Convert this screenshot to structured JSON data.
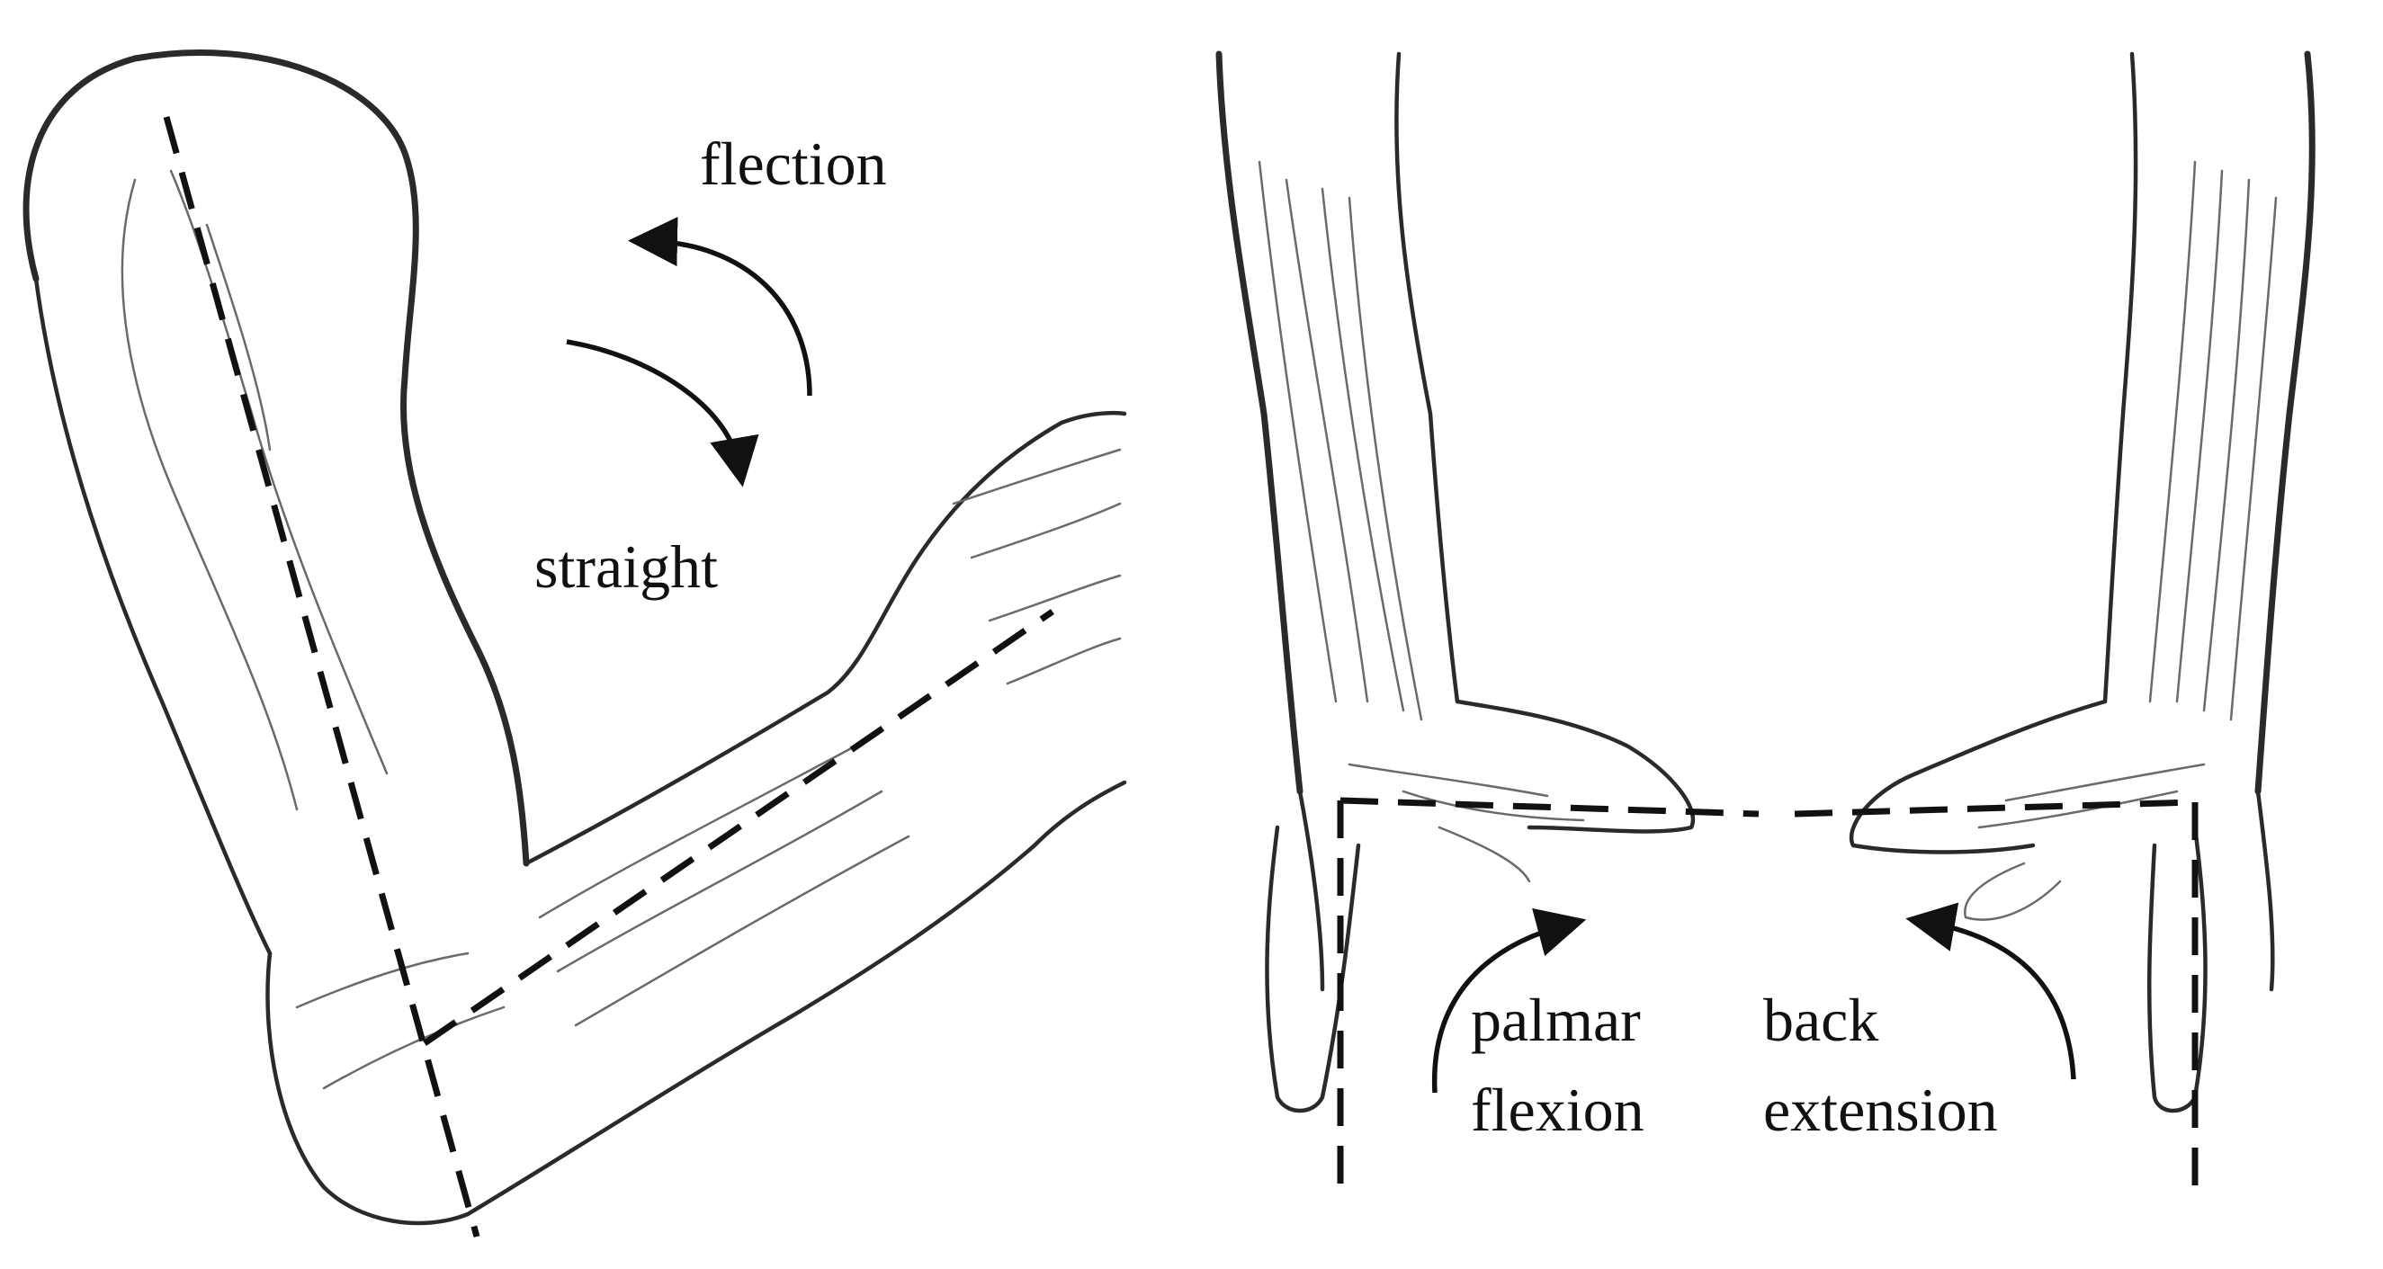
{
  "left_panel": {
    "labels": {
      "flection": "flection",
      "straight": "straight"
    }
  },
  "right_panel": {
    "labels": {
      "palmar_line1": "palmar",
      "palmar_line2": "flexion",
      "back_line1": "back",
      "back_line2": "extension"
    }
  },
  "colors": {
    "line": "#2a2a2a",
    "dash": "#111111",
    "background": "#ffffff"
  }
}
